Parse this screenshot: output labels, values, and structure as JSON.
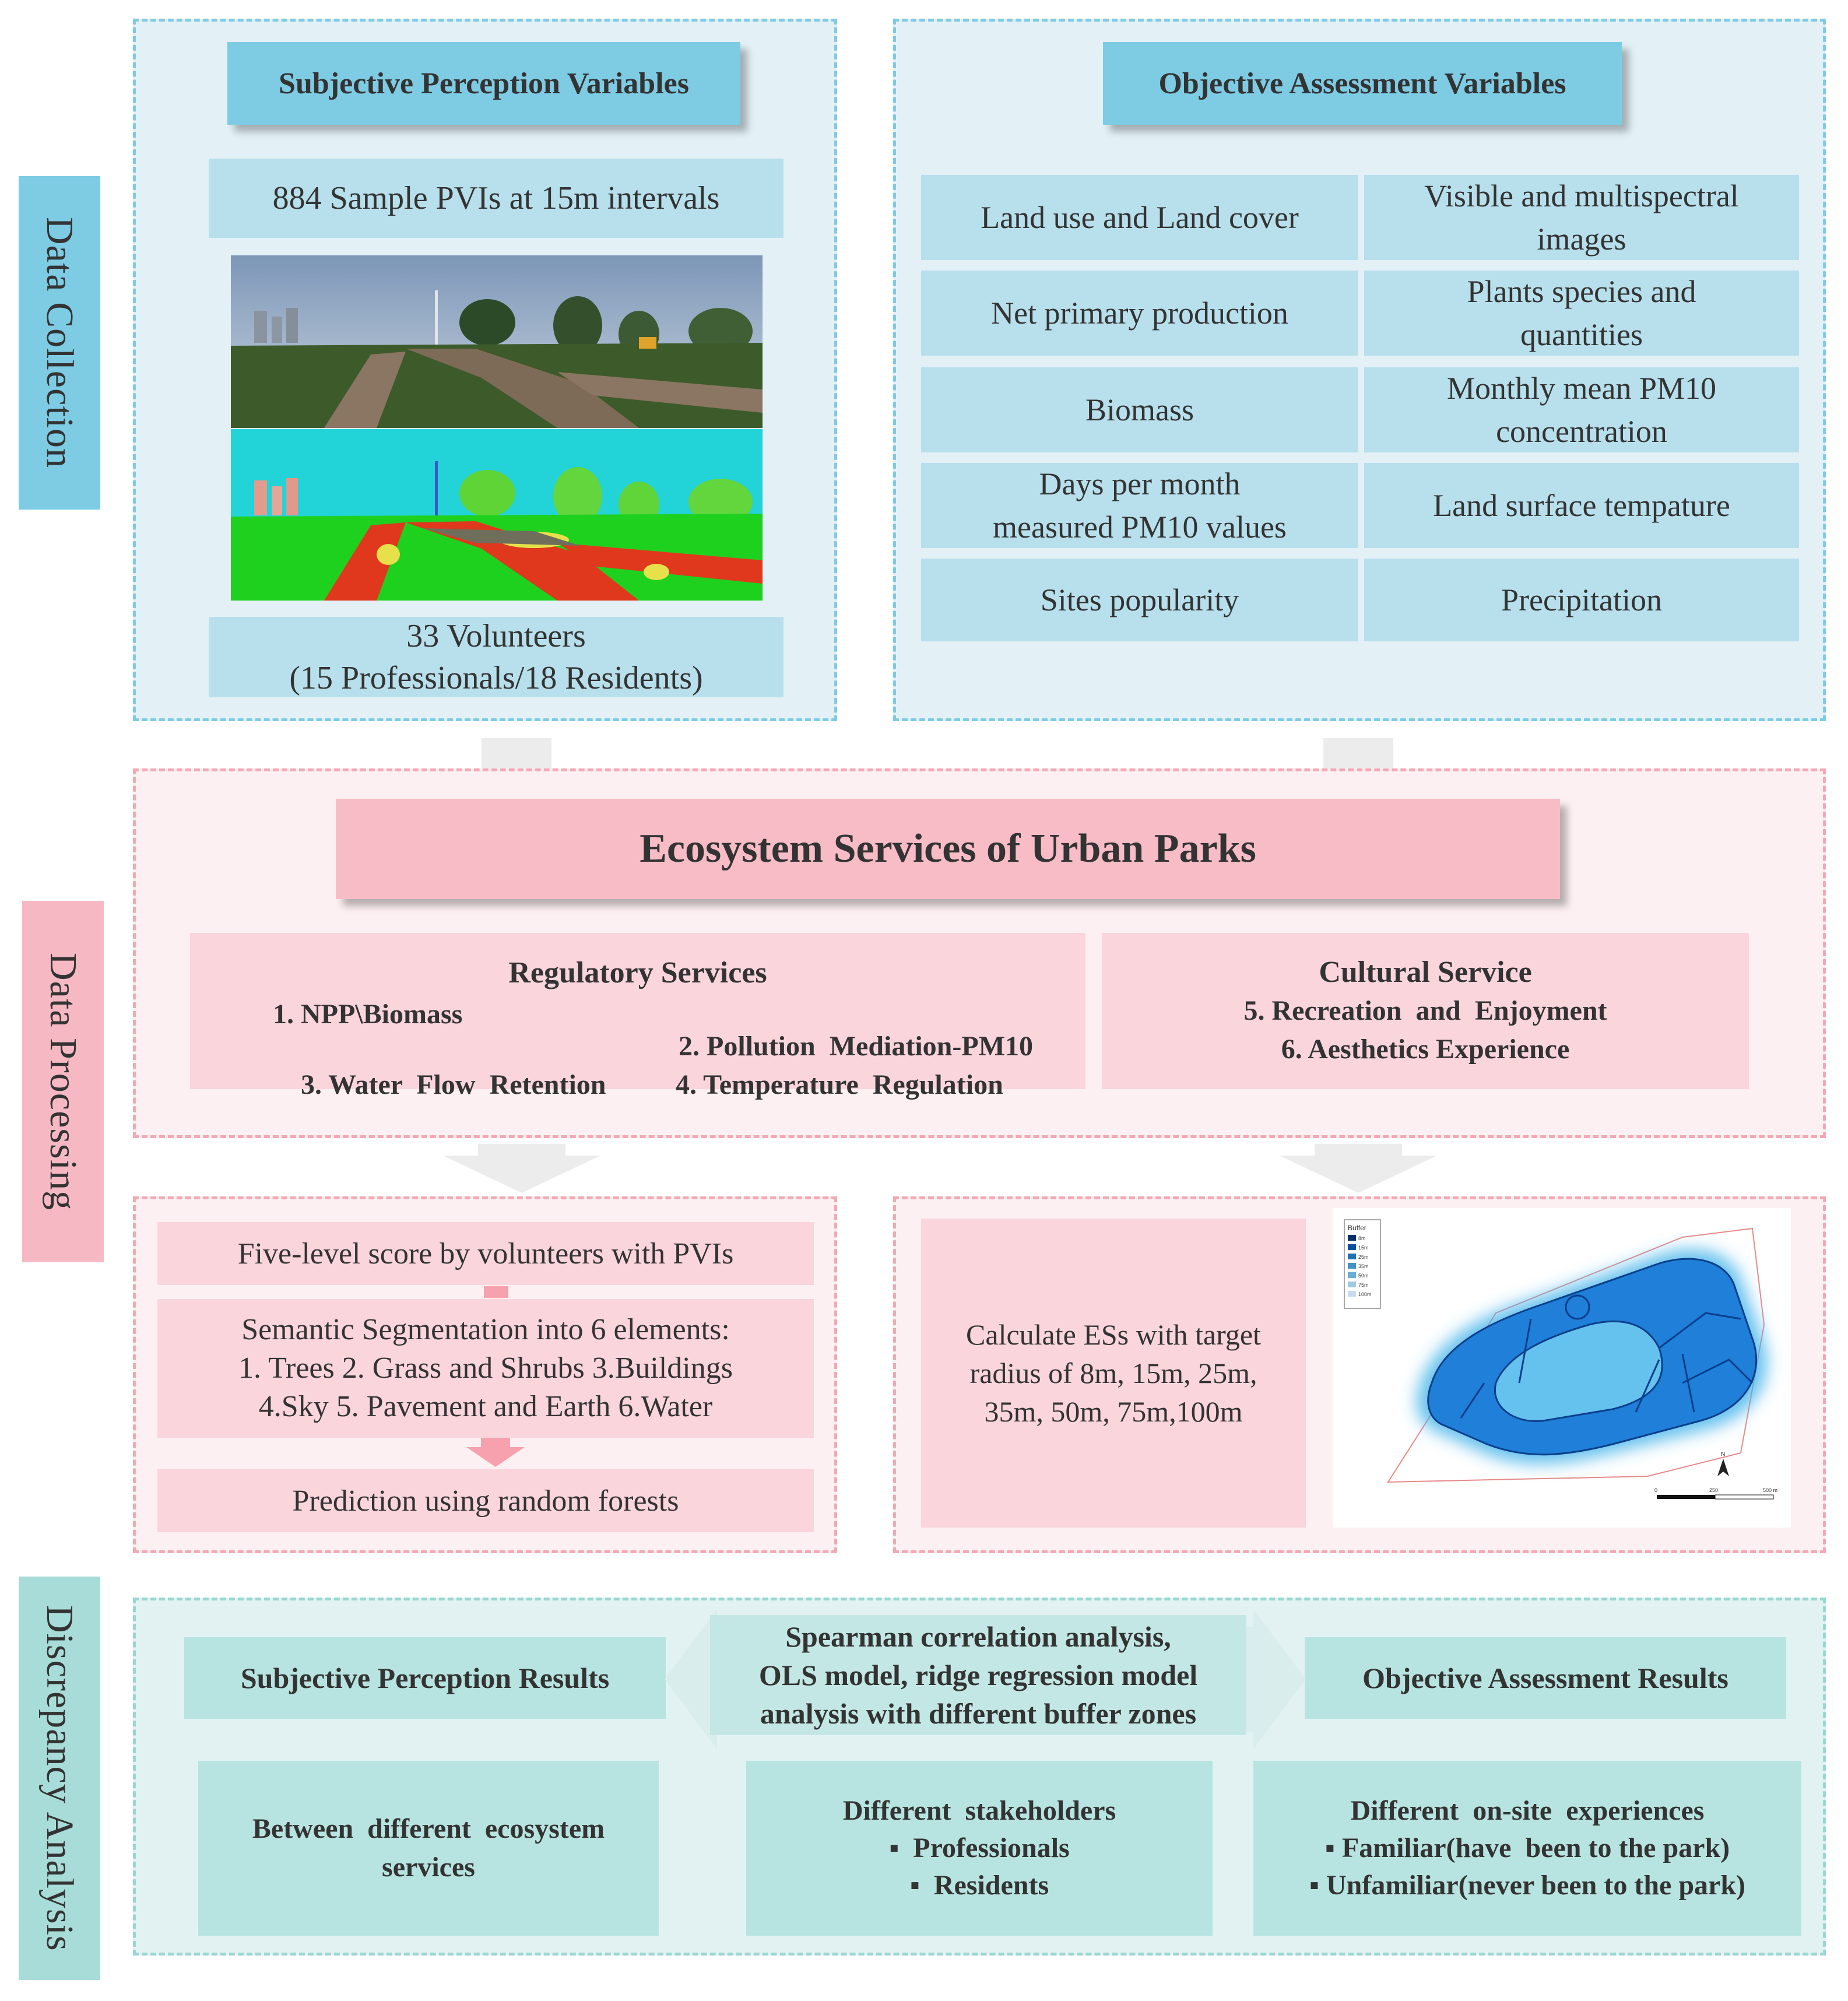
{
  "stages": {
    "collection": "Data Collection",
    "processing": "Data Processing",
    "analysis": "Discrepancy Analysis"
  },
  "subjective": {
    "title": "Subjective Perception Variables",
    "samples": "884 Sample PVIs at 15m intervals",
    "volunteers_line1": "33 Volunteers",
    "volunteers_line2": "(15 Professionals/18 Residents)"
  },
  "objective": {
    "title": "Objective Assessment Variables",
    "cells": [
      [
        "Land use and Land cover"
      ],
      [
        "Visible  and multispectral",
        "images"
      ],
      [
        "Net primary production"
      ],
      [
        "Plants species and",
        "quantities"
      ],
      [
        "Biomass"
      ],
      [
        "Monthly mean PM10",
        "concentration"
      ],
      [
        "Days per month",
        "measured PM10 values"
      ],
      [
        "Land surface tempature"
      ],
      [
        "Sites popularity"
      ],
      [
        "Precipitation"
      ]
    ]
  },
  "ecosystem": {
    "title": "Ecosystem Services of Urban Parks",
    "regulatory_title": "Regulatory Services",
    "reg_items": [
      "1. NPP\\Biomass",
      "2. Pollution  Mediation-PM10",
      "3. Water  Flow  Retention",
      "4. Temperature  Regulation"
    ],
    "cultural_title": "Cultural Service",
    "cult_items": [
      "5. Recreation  and  Enjoyment",
      "6. Aesthetics Experience"
    ]
  },
  "processing_left": {
    "score": "Five-level score by volunteers with PVIs",
    "seg_lines": [
      "Semantic Segmentation into 6 elements:",
      "1. Trees 2. Grass and Shrubs 3.Buildings",
      "4.Sky 5. Pavement and Earth 6.Water"
    ],
    "prediction": "Prediction using random forests"
  },
  "processing_right": {
    "calc_lines": [
      "Calculate ESs with target",
      "radius of 8m, 15m, 25m,",
      "35m, 50m, 75m,100m"
    ],
    "map_legend_title": "Buffer",
    "map_legend_items": [
      "8m",
      "15m",
      "25m",
      "35m",
      "50m",
      "75m",
      "100m"
    ],
    "scale_labels": [
      "0",
      "250",
      "500 m"
    ],
    "north": "N"
  },
  "analysis": {
    "subj_results": "Subjective Perception Results",
    "obj_results": "Objective Assessment Results",
    "method_lines": [
      "Spearman correlation analysis,",
      "OLS model, ridge regression model",
      "analysis with different buffer zones"
    ],
    "box1_lines": [
      "Between  different  ecosystem",
      "services"
    ],
    "box2_title": "Different  stakeholders",
    "box2_items": [
      "▪  Professionals",
      "▪  Residents"
    ],
    "box3_title": "Different  on-site  experiences",
    "box3_items": [
      "▪ Familiar(have  been to the park)",
      "▪ Unfamiliar(never been to the park)"
    ]
  },
  "colors": {
    "blue_accent": "#7ecbe4",
    "pink_accent": "#f6b9c4",
    "teal_accent": "#a8dcd8",
    "buffer_blue": "#1e7fd8"
  }
}
